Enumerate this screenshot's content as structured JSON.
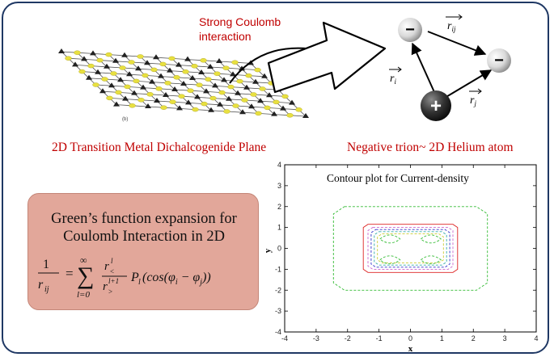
{
  "labels": {
    "coulomb_line1": "Strong Coulomb",
    "coulomb_line2": "interaction",
    "plane_caption": "2D Transition Metal Dichalcogenide Plane",
    "trion_caption": "Negative trion~ 2D Helium atom",
    "lattice_tag": "(b)"
  },
  "trion": {
    "vec_ij": "r_ij",
    "vec_i": "r_i",
    "vec_j": "r_j",
    "minus": "−",
    "plus": "+"
  },
  "green": {
    "title_line1": "Green’s function expansion for",
    "title_line2": "Coulomb Interaction in 2D",
    "f_one": "1",
    "f_r": "r",
    "f_ij": "ij",
    "f_eq": "=",
    "f_sum": "∑",
    "f_inf": "∞",
    "f_lo": "l=0",
    "f_num_r": "r",
    "f_num_sup": "l",
    "f_num_sub": "<",
    "f_den_r": "r",
    "f_den_sup": "l+1",
    "f_den_sub": ">",
    "f_tail": "P",
    "f_tail_sub": "l",
    "f_tail_rest": "(cos(φ",
    "f_i": "i",
    "f_minus": " − φ",
    "f_j": "j",
    "f_close": "))"
  },
  "chart_data": {
    "type": "contour",
    "title": "Contour plot for Current-density",
    "xlabel": "x",
    "ylabel": "y",
    "xlim": [
      -4,
      4
    ],
    "ylim": [
      -4,
      4
    ],
    "xticks": [
      -4,
      -3,
      -2,
      -1,
      0,
      1,
      2,
      3,
      4
    ],
    "yticks": [
      -4,
      -3,
      -2,
      -1,
      0,
      1,
      2,
      3,
      4
    ],
    "contours": [
      {
        "color": "#33bb33",
        "dash": true,
        "halfwidth": 2.45,
        "halfheight": 2.0,
        "corner": 0.35
      },
      {
        "color": "#dd2222",
        "dash": false,
        "halfwidth": 1.5,
        "halfheight": 1.15,
        "corner": 0.15
      },
      {
        "color": "#cc66cc",
        "dash": true,
        "halfwidth": 1.35,
        "halfheight": 1.0,
        "corner": 0.15
      },
      {
        "color": "#3333cc",
        "dash": true,
        "halfwidth": 1.25,
        "halfheight": 0.9,
        "corner": 0.15
      },
      {
        "color": "#33aaaa",
        "dash": true,
        "halfwidth": 1.15,
        "halfheight": 0.8,
        "corner": 0.15
      },
      {
        "color": "#cccc33",
        "dash": true,
        "halfwidth": 1.05,
        "halfheight": 0.7,
        "corner": 0.15
      }
    ],
    "islands": [
      {
        "color": "#33bb33",
        "cx": -0.65,
        "cy": 0.45
      },
      {
        "color": "#33bb33",
        "cx": 0.65,
        "cy": 0.45
      },
      {
        "color": "#33bb33",
        "cx": -0.65,
        "cy": -0.55
      },
      {
        "color": "#33bb33",
        "cx": 0.65,
        "cy": -0.55
      }
    ]
  },
  "colors": {
    "frame": "#1f3864",
    "caption_red": "#c00000",
    "box_fill": "#e2a79a",
    "metal_atom": "#222222",
    "chalcogen_atom": "#e8e040"
  }
}
